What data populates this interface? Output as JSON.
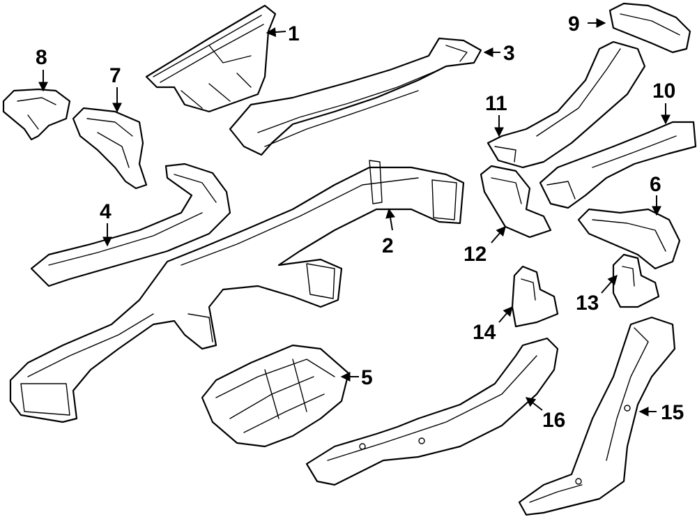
{
  "diagram": {
    "background": "#ffffff",
    "line_color": "#000000",
    "callouts": [
      {
        "id": "1",
        "label": "1"
      },
      {
        "id": "2",
        "label": "2"
      },
      {
        "id": "3",
        "label": "3"
      },
      {
        "id": "4",
        "label": "4"
      },
      {
        "id": "5",
        "label": "5"
      },
      {
        "id": "6",
        "label": "6"
      },
      {
        "id": "7",
        "label": "7"
      },
      {
        "id": "8",
        "label": "8"
      },
      {
        "id": "9",
        "label": "9"
      },
      {
        "id": "10",
        "label": "10"
      },
      {
        "id": "11",
        "label": "11"
      },
      {
        "id": "12",
        "label": "12"
      },
      {
        "id": "13",
        "label": "13"
      },
      {
        "id": "14",
        "label": "14"
      },
      {
        "id": "15",
        "label": "15"
      },
      {
        "id": "16",
        "label": "16"
      }
    ]
  }
}
